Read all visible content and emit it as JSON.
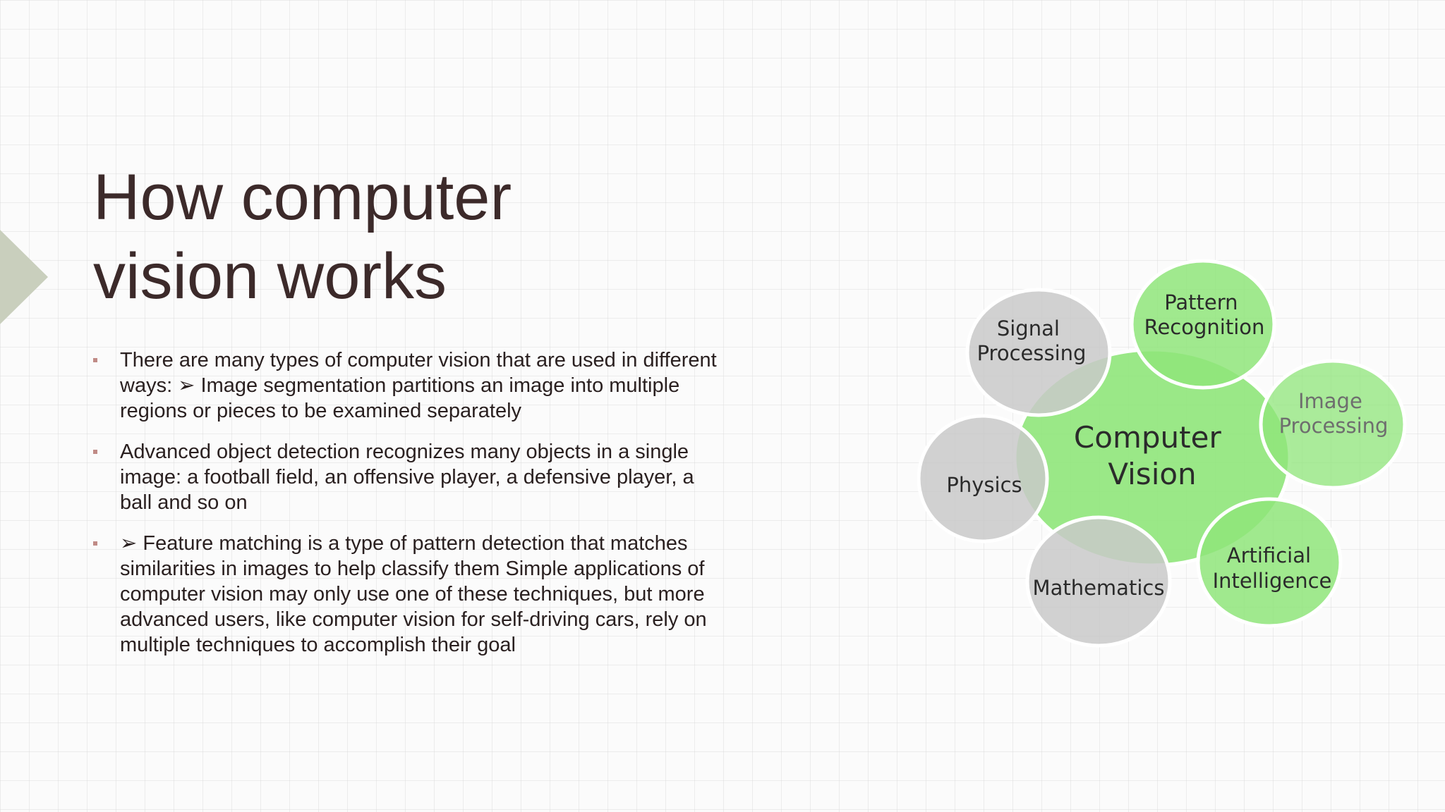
{
  "slide": {
    "title_lines": [
      "How computer",
      "vision works"
    ],
    "bullets": [
      "There are many types of computer vision that are used in different ways:  ➢ Image segmentation partitions an image into multiple regions or pieces to be examined separately",
      "Advanced object detection recognizes many objects in a single image: a football field, an offensive player, a defensive player, a ball and so on",
      "➢ Feature matching is a type of pattern detection that matches similarities in images to help classify them Simple applications of computer vision may only use one of these techniques, but more advanced users, like computer vision for self-driving cars, rely on multiple techniques to accomplish their goal"
    ]
  },
  "diagram": {
    "center": [
      "Computer",
      "Vision"
    ],
    "nodes": {
      "signal": [
        "Signal",
        "Processing"
      ],
      "pattern": [
        "Pattern",
        "Recognition"
      ],
      "image": [
        "Image",
        "Processing"
      ],
      "physics": [
        "Physics"
      ],
      "ai": [
        "Artificial",
        "Intelligence"
      ],
      "math": [
        "Mathematics"
      ]
    },
    "colors": {
      "green_fill": "#8fe57a",
      "gray_fill": "#c9c9c9",
      "text": "#2b2b2b",
      "faded_text": "#6e6e6e",
      "title": "#3c2a2a",
      "accent_marker": "#c9cfbd",
      "bullet": "#c08b86"
    }
  }
}
